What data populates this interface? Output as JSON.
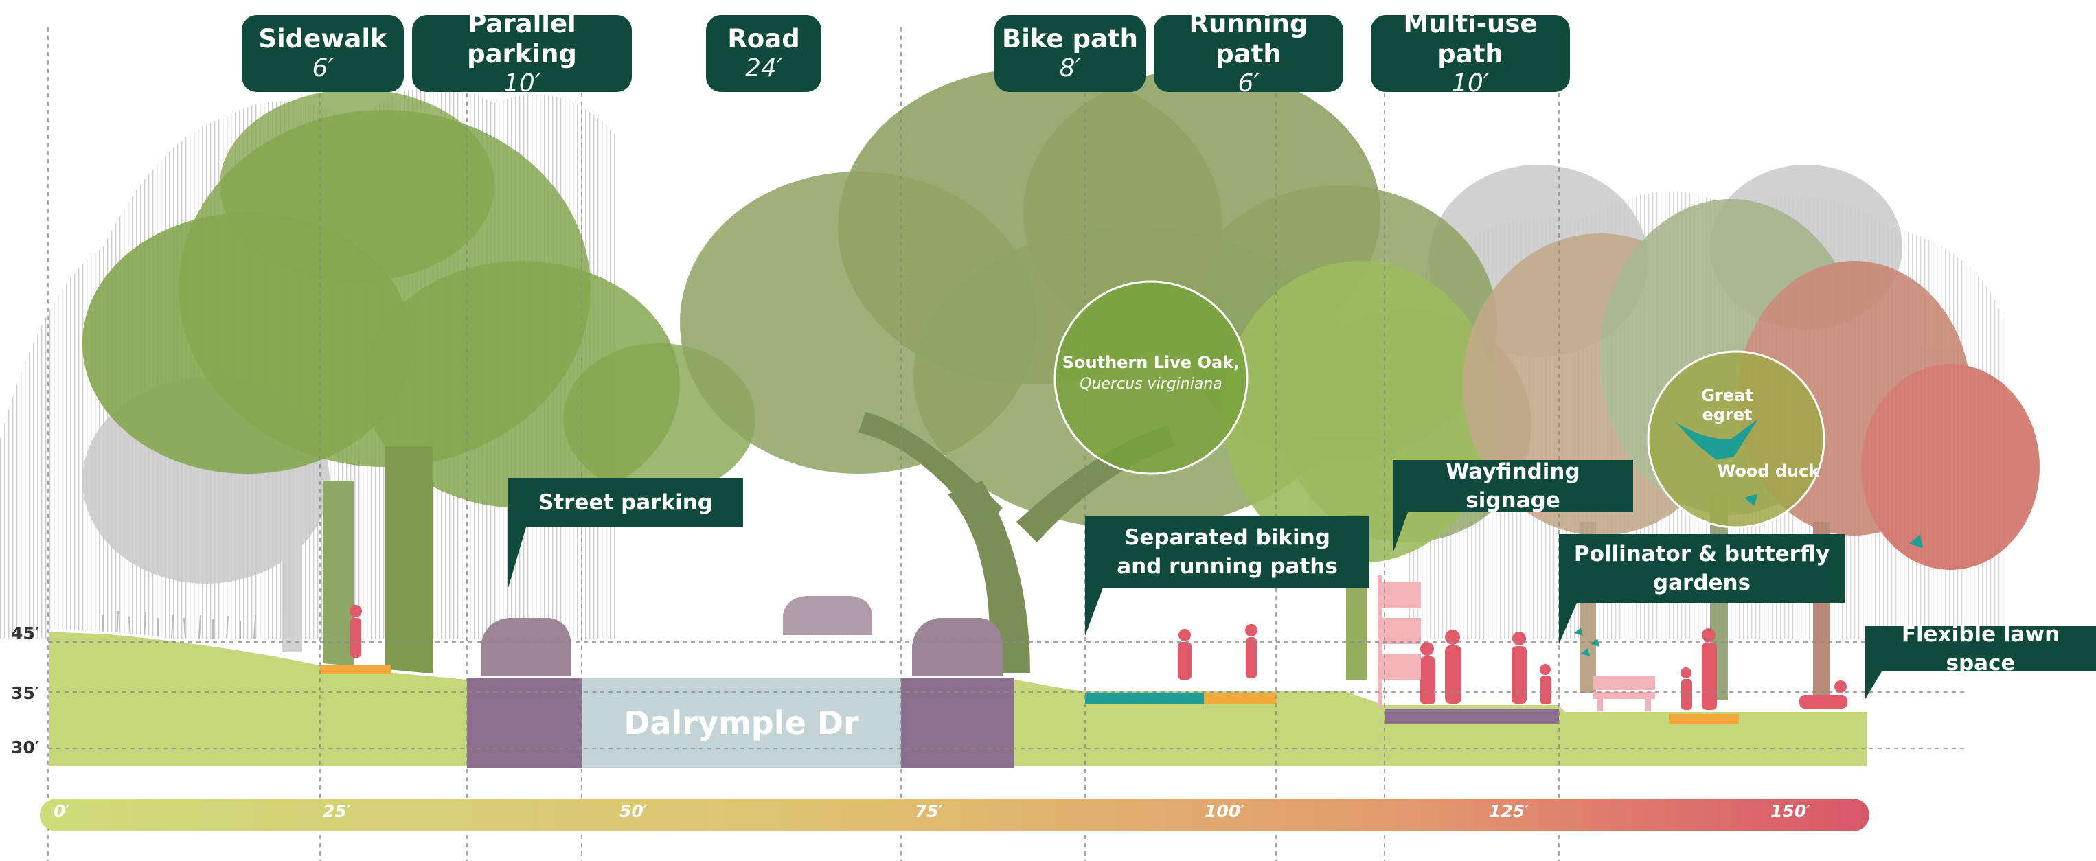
{
  "segments": [
    {
      "title": "Sidewalk",
      "width": "6′"
    },
    {
      "title": "Parallel parking",
      "width": "10′"
    },
    {
      "title": "Road",
      "width": "24′"
    },
    {
      "title": "Bike path",
      "width": "8′"
    },
    {
      "title": "Running path",
      "width": "6′"
    },
    {
      "title": "Multi-use path",
      "width": "10′"
    }
  ],
  "callouts": {
    "street_parking": "Street parking",
    "separated_paths_1": "Separated biking",
    "separated_paths_2": "and running paths",
    "wayfinding": "Wayfinding signage",
    "pollinator_1": "Pollinator & butterfly",
    "pollinator_2": "gardens",
    "lawn": "Flexible lawn space"
  },
  "tree_label": {
    "common": "Southern Live Oak,",
    "latin": "Quercus virginiana"
  },
  "wildlife": {
    "bird1": "Great egret",
    "bird2": "Wood duck"
  },
  "road_name": "Dalrymple Dr",
  "elevation_ticks": [
    "45′",
    "35′",
    "30′"
  ],
  "distance_scale": [
    "0′",
    "25′",
    "50′",
    "75′",
    "100′",
    "125′",
    "150′"
  ],
  "colors": {
    "label_bg": "#0f4a3c",
    "ground": "#c6d67a",
    "road": "#c3d3d6",
    "parking": "#8c6f8c",
    "people": "#e05a6a",
    "accent_orange": "#f2a93b",
    "accent_teal": "#1f9e95",
    "tree_green": "#7f9a4e"
  }
}
